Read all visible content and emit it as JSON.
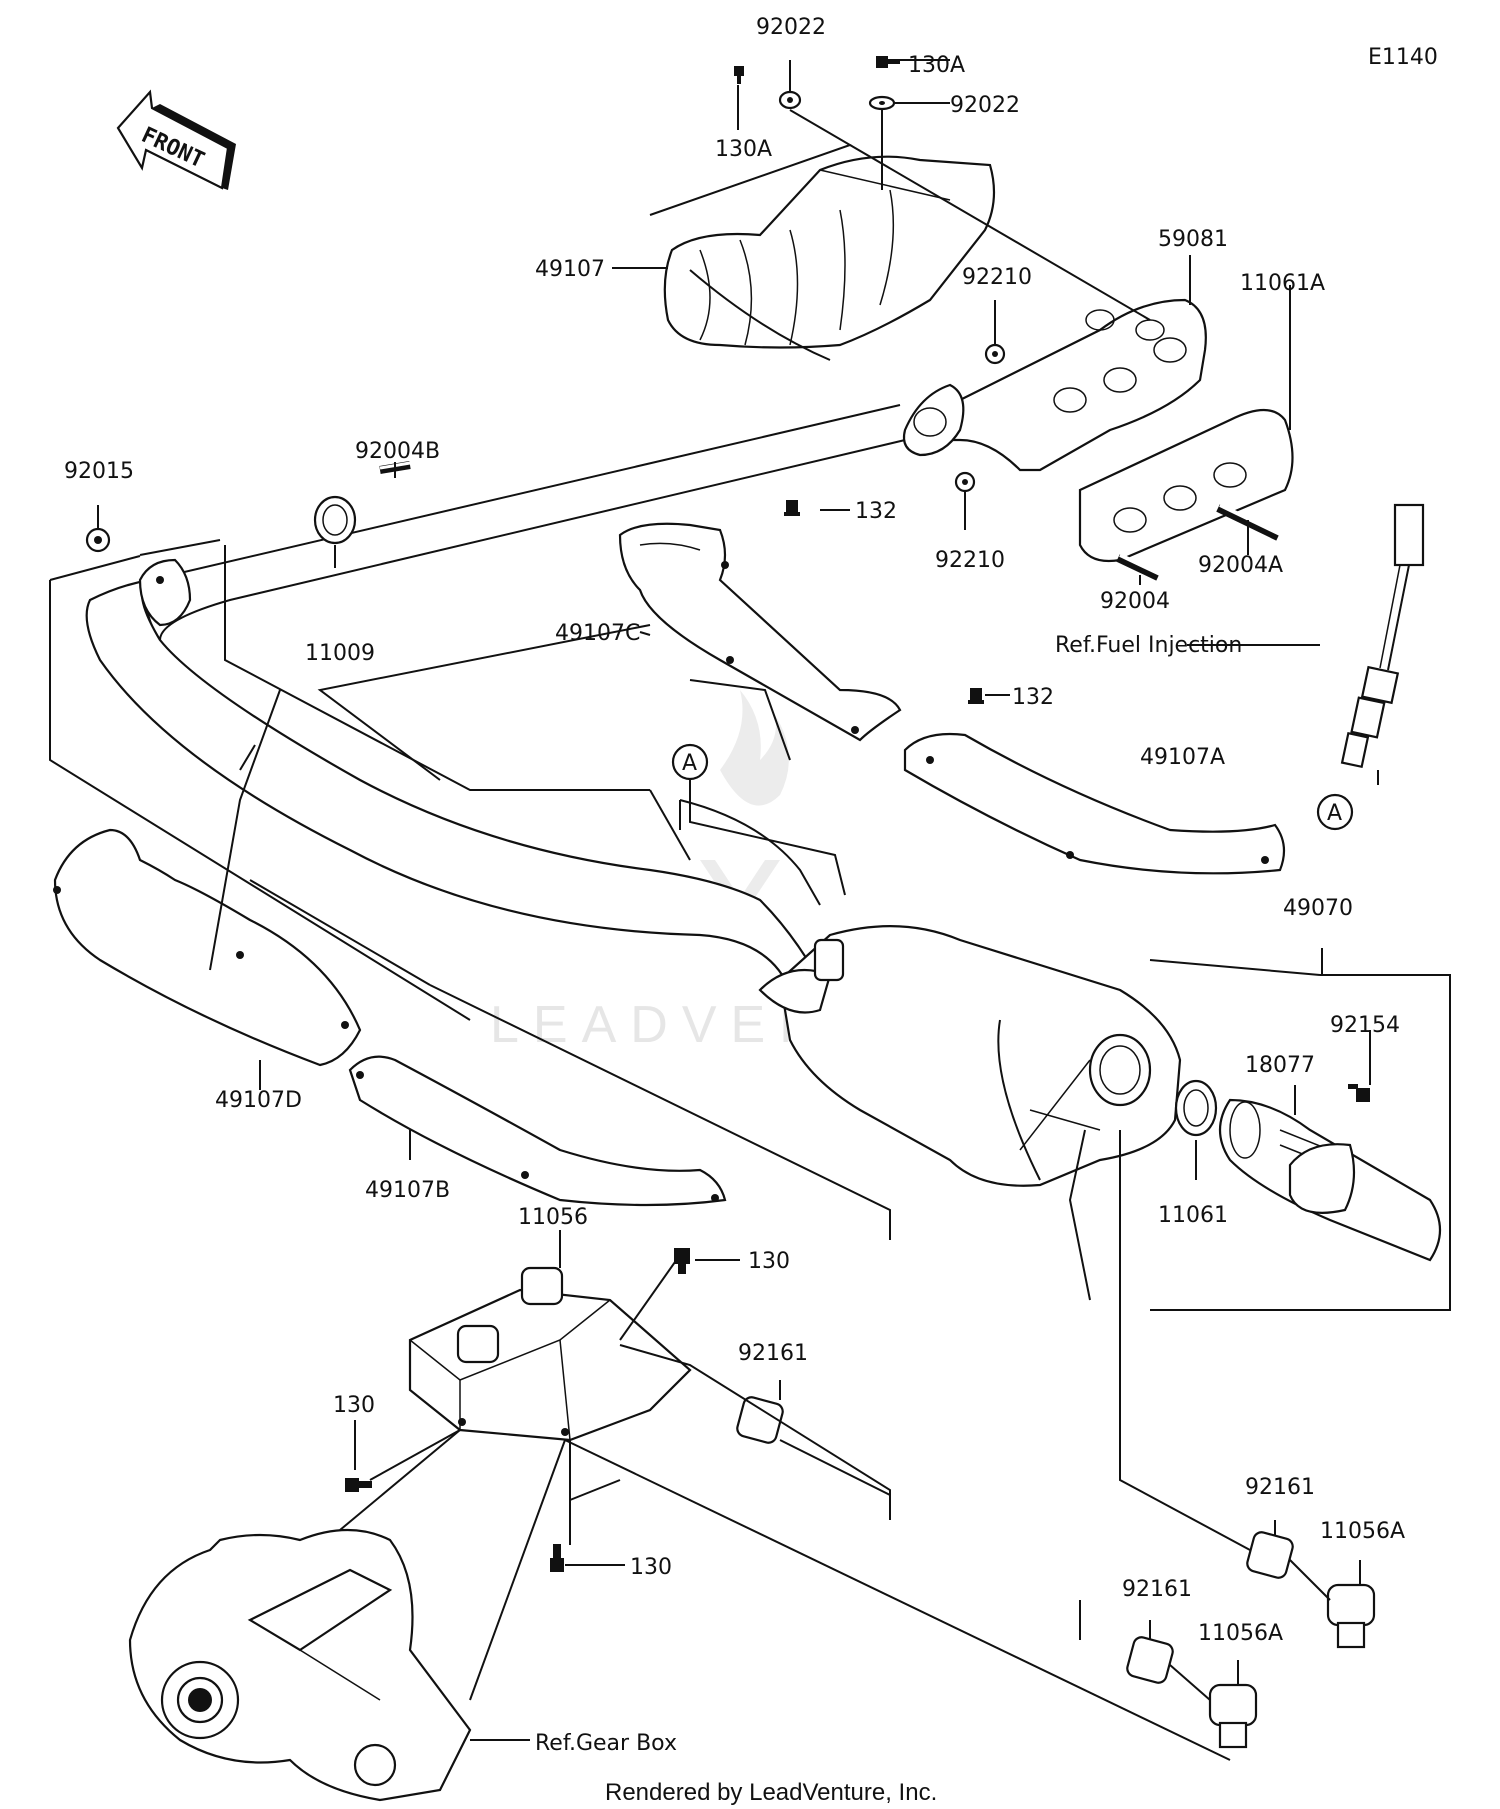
{
  "diagram": {
    "code": "E1140",
    "front_label": "FRONT",
    "watermark": "LEADVENTURE",
    "footer": "Rendered by LeadVenture, Inc.",
    "callout": "A",
    "callout_2": "A",
    "refs": {
      "fuel_injection": "Ref.Fuel Injection",
      "gear_box": "Ref.Gear Box"
    },
    "parts": {
      "p92022_top": "92022",
      "p130A_top": "130A",
      "p92022_right": "92022",
      "p130A_left": "130A",
      "p49107": "49107",
      "p59081": "59081",
      "p92210_top": "92210",
      "p11061A": "11061A",
      "p92015": "92015",
      "p92004B": "92004B",
      "p132_top": "132",
      "p92210_bottom": "92210",
      "p92004A": "92004A",
      "p11009": "11009",
      "p49107C": "49107C",
      "p92004": "92004",
      "p132_mid": "132",
      "p49107A": "49107A",
      "p49070": "49070",
      "p92154": "92154",
      "p18077": "18077",
      "p49107D": "49107D",
      "p11061": "11061",
      "p49107B": "49107B",
      "p11056": "11056",
      "p130_right": "130",
      "p92161_mid": "92161",
      "p130_left": "130",
      "p92161_right": "92161",
      "p11056A_right": "11056A",
      "p130_bottom": "130",
      "p92161_bottom": "92161",
      "p11056A_bottom": "11056A"
    }
  }
}
